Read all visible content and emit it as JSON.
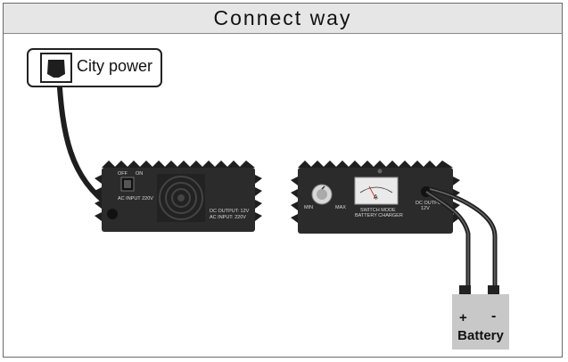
{
  "header": {
    "title": "Connect way"
  },
  "city_power": {
    "label": "City power"
  },
  "inverter": {
    "switch_off": "OFF",
    "switch_on": "ON",
    "dc_output": "DC OUTPUT: 12V",
    "ac_input": "AC INPUT: 220V",
    "input_note": "AC INPUT 220V"
  },
  "charger": {
    "knob_min": "MIN",
    "knob_max": "MAX",
    "meter_unit": "A",
    "meter_title_line1": "SWITCH MODE",
    "meter_title_line2": "BATTERY CHARGER",
    "dc_output_label": "DC OUTPUT",
    "dc_output_voltage": "12V"
  },
  "battery": {
    "label": "Battery",
    "plus": "+",
    "minus": "-"
  },
  "colors": {
    "device_body": "#2b2b2b",
    "cable": "#1e1e1e",
    "battery_fill": "#c8c8c8",
    "header_bg": "#e6e6e6"
  }
}
